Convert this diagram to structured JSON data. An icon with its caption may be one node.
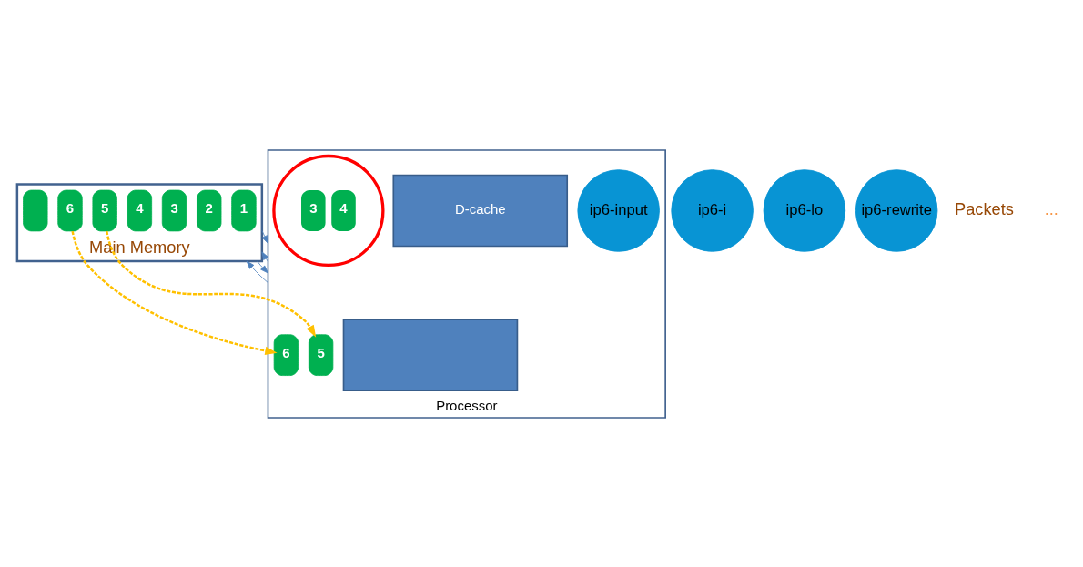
{
  "diagram": {
    "nodes": [
      {
        "text": [
          "Main Memory"
        ]
      },
      {
        "text": [
          "ip6-i"
        ]
      },
      {
        "text": [
          "ip6-lo"
        ]
      },
      {
        "text": [
          "ip6-rewrite"
        ]
      },
      {
        "text": [
          "1"
        ],
        "in": 0
      },
      {
        "text": [
          "2"
        ],
        "in": 0
      },
      {
        "text": [
          "3"
        ],
        "in": 0
      },
      {
        "text": [
          "4"
        ],
        "in": 0
      },
      {
        "text": [
          "5"
        ],
        "in": 0
      },
      {
        "text": [
          "6"
        ],
        "in": 0
      },
      {
        "text": [],
        "shape": "box",
        "in": 0
      },
      {
        "text": [
          "Processor"
        ]
      },
      {
        "text": [],
        "shape": "box",
        "in": 11
      },
      {
        "text": [
          "ip6-input"
        ],
        "in": 11
      },
      {
        "text": [
          "D-cache"
        ],
        "in": 11
      },
      {
        "text": [
          "5"
        ],
        "in": 11
      },
      {
        "text": [
          "6"
        ],
        "in": 11
      },
      {
        "text": [],
        "shape": "circle",
        "in": 11
      },
      {
        "text": [
          "3"
        ],
        "in": 17
      },
      {
        "text": [
          "4"
        ],
        "in": 17
      }
    ],
    "edges": [
      {
        "from": 11,
        "to": 0,
        "arrow": "to"
      },
      {
        "from": 0,
        "to": 11,
        "arrow": "to"
      },
      {
        "from": 11,
        "to": 0,
        "arrow": "to"
      },
      {
        "from": 0,
        "to": 11,
        "arrow": "to"
      },
      {
        "from": 8,
        "to": 15,
        "arrow": "to",
        "style": "dashed",
        "color": "#ffc000"
      },
      {
        "from": 9,
        "to": 16,
        "arrow": "to",
        "style": "dashed",
        "color": "#ffc000"
      }
    ],
    "labels": [
      "Packets",
      "..."
    ]
  }
}
